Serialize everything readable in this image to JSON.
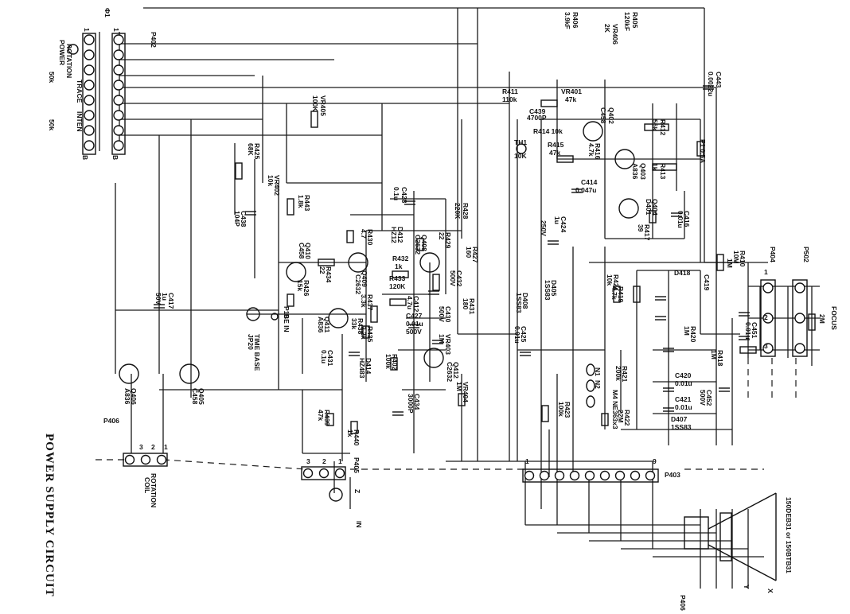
{
  "title": "POWER SUPPLY CIRCUIT",
  "labels": [
    {
      "id": "r405",
      "text": "R405"
    },
    {
      "id": "r405v",
      "text": "120kF"
    },
    {
      "id": "r406",
      "text": "R406"
    },
    {
      "id": "r406v",
      "text": "3.9kF"
    },
    {
      "id": "vr406",
      "text": "VR406"
    },
    {
      "id": "vr406v",
      "text": "2K"
    },
    {
      "id": "c443",
      "text": "C443"
    },
    {
      "id": "c443v",
      "text": "0.0022u"
    },
    {
      "id": "p402",
      "text": "P402"
    },
    {
      "id": "phi1",
      "text": "Φ1"
    },
    {
      "id": "power",
      "text": "POWER"
    },
    {
      "id": "rotation",
      "text": "ROTATION"
    },
    {
      "id": "r50k1",
      "text": "50k"
    },
    {
      "id": "trace",
      "text": "TRACE"
    },
    {
      "id": "inten",
      "text": "INTEN"
    },
    {
      "id": "r50k2",
      "text": "50k"
    },
    {
      "id": "b1",
      "text": "B"
    },
    {
      "id": "b2",
      "text": "B"
    },
    {
      "id": "n1a",
      "text": "1"
    },
    {
      "id": "n1b",
      "text": "1"
    },
    {
      "id": "vr405",
      "text": "VR405"
    },
    {
      "id": "vr405v",
      "text": "100K"
    },
    {
      "id": "r411",
      "text": "R411"
    },
    {
      "id": "r411v",
      "text": "110k"
    },
    {
      "id": "vr401",
      "text": "VR401"
    },
    {
      "id": "vr401v",
      "text": "47k"
    },
    {
      "id": "c439",
      "text": "C439"
    },
    {
      "id": "c439v",
      "text": "4700P"
    },
    {
      "id": "q402",
      "text": "Q402"
    },
    {
      "id": "q402t",
      "text": "C458"
    },
    {
      "id": "r412",
      "text": "R412"
    },
    {
      "id": "r412v",
      "text": "56k"
    },
    {
      "id": "r414",
      "text": "R414 10k"
    },
    {
      "id": "th1",
      "text": "TH1"
    },
    {
      "id": "th1v",
      "text": "10K"
    },
    {
      "id": "r415",
      "text": "R415"
    },
    {
      "id": "r415v",
      "text": "47k"
    },
    {
      "id": "r416",
      "text": "R416"
    },
    {
      "id": "r416v",
      "text": "4.7k"
    },
    {
      "id": "q403",
      "text": "Q403"
    },
    {
      "id": "q403t",
      "text": "A836"
    },
    {
      "id": "r413",
      "text": "R413"
    },
    {
      "id": "r413v",
      "text": "1k"
    },
    {
      "id": "f1",
      "text": "F1 0.5A"
    },
    {
      "id": "c414",
      "text": "C414"
    },
    {
      "id": "c414v",
      "text": "0.047u"
    },
    {
      "id": "r425",
      "text": "R425"
    },
    {
      "id": "r425v",
      "text": "68K"
    },
    {
      "id": "vr402",
      "text": "VR402"
    },
    {
      "id": "vr402v",
      "text": "10k"
    },
    {
      "id": "r443",
      "text": "R443"
    },
    {
      "id": "r443v",
      "text": "1.8k"
    },
    {
      "id": "c438",
      "text": "C438"
    },
    {
      "id": "c438v",
      "text": "104P"
    },
    {
      "id": "c428",
      "text": "C428"
    },
    {
      "id": "c428v",
      "text": "0.1u"
    },
    {
      "id": "r428",
      "text": "R428"
    },
    {
      "id": "r428v",
      "text": "220K"
    },
    {
      "id": "q404",
      "text": "Q404"
    },
    {
      "id": "q404t",
      "text": "D401"
    },
    {
      "id": "c416",
      "text": "C416"
    },
    {
      "id": "c416v",
      "text": "0.01u"
    },
    {
      "id": "r417",
      "text": "R417"
    },
    {
      "id": "r417v",
      "text": "39"
    },
    {
      "id": "c424",
      "text": "C424"
    },
    {
      "id": "c424v",
      "text": "1u"
    },
    {
      "id": "c424w",
      "text": "250V"
    },
    {
      "id": "r430",
      "text": "R430"
    },
    {
      "id": "r430v",
      "text": "4.7"
    },
    {
      "id": "r429",
      "text": "R429"
    },
    {
      "id": "r429v",
      "text": "22"
    },
    {
      "id": "d412",
      "text": "D412"
    },
    {
      "id": "d412v",
      "text": "HZ12"
    },
    {
      "id": "q408",
      "text": "Q408"
    },
    {
      "id": "q408t",
      "text": "C2632"
    },
    {
      "id": "r427",
      "text": "R427"
    },
    {
      "id": "r427v",
      "text": "160"
    },
    {
      "id": "c432",
      "text": "C432"
    },
    {
      "id": "c432v",
      "text": "500V"
    },
    {
      "id": "r432",
      "text": "R432"
    },
    {
      "id": "r432v",
      "text": "1k"
    },
    {
      "id": "q410",
      "text": "Q410"
    },
    {
      "id": "q410t",
      "text": "C458"
    },
    {
      "id": "r434",
      "text": "R434"
    },
    {
      "id": "r434v",
      "text": "22"
    },
    {
      "id": "q409",
      "text": "Q409"
    },
    {
      "id": "q409t",
      "text": "C2632"
    },
    {
      "id": "r433",
      "text": "R433"
    },
    {
      "id": "r433v",
      "text": "120K"
    },
    {
      "id": "r431",
      "text": "R431"
    },
    {
      "id": "r431v",
      "text": "180"
    },
    {
      "id": "d408",
      "text": "D408"
    },
    {
      "id": "d408v",
      "text": "1SS83"
    },
    {
      "id": "d405",
      "text": "D405"
    },
    {
      "id": "d405v",
      "text": "1SS83"
    },
    {
      "id": "r410",
      "text": "R410"
    },
    {
      "id": "r410v",
      "text": "10M"
    },
    {
      "id": "r410w",
      "text": "1M"
    },
    {
      "id": "p404",
      "text": "P404"
    },
    {
      "id": "p502",
      "text": "P502"
    },
    {
      "id": "c417",
      "text": "C417"
    },
    {
      "id": "c417v",
      "text": "1u"
    },
    {
      "id": "c417w",
      "text": "50V"
    },
    {
      "id": "r424",
      "text": "R424"
    },
    {
      "id": "r424v",
      "text": "10k"
    },
    {
      "id": "r426",
      "text": "R426"
    },
    {
      "id": "r426v",
      "text": "15k"
    },
    {
      "id": "r437",
      "text": "R437"
    },
    {
      "id": "r437v",
      "text": "3.3k"
    },
    {
      "id": "c430",
      "text": "C430"
    },
    {
      "id": "c430v",
      "text": "500V"
    },
    {
      "id": "c412",
      "text": "C412"
    },
    {
      "id": "c412v",
      "text": "4.7u"
    },
    {
      "id": "c427",
      "text": "C427"
    },
    {
      "id": "c427v",
      "text": "0.01u"
    },
    {
      "id": "c427w",
      "text": "500V"
    },
    {
      "id": "vr403",
      "text": "VR403"
    },
    {
      "id": "vr403v",
      "text": "1M"
    },
    {
      "id": "c425",
      "text": "C425"
    },
    {
      "id": "c425v",
      "text": "0.01u"
    },
    {
      "id": "r419",
      "text": "R419"
    },
    {
      "id": "r419v",
      "text": "4.7k"
    },
    {
      "id": "d418",
      "text": "D418"
    },
    {
      "id": "c419",
      "text": "C419"
    },
    {
      "id": "r420",
      "text": "R420"
    },
    {
      "id": "r420v",
      "text": "1M"
    },
    {
      "id": "focus",
      "text": "FOCUS"
    },
    {
      "id": "focusv",
      "text": "2M"
    },
    {
      "id": "p19",
      "text": "P19"
    },
    {
      "id": "ebin",
      "text": "BE IN"
    },
    {
      "id": "timebase",
      "text": "TIME BASE"
    },
    {
      "id": "timebasev",
      "text": "JP20"
    },
    {
      "id": "q411",
      "text": "Q411"
    },
    {
      "id": "q411t",
      "text": "A836"
    },
    {
      "id": "r438",
      "text": "R438"
    },
    {
      "id": "r438v",
      "text": "33k"
    },
    {
      "id": "r435",
      "text": "R435"
    },
    {
      "id": "r435v",
      "text": "2.2k"
    },
    {
      "id": "c431",
      "text": "C431"
    },
    {
      "id": "c431v",
      "text": "0.1u"
    },
    {
      "id": "d414",
      "text": "D414"
    },
    {
      "id": "d414v",
      "text": "HZ483"
    },
    {
      "id": "r402",
      "text": "R402"
    },
    {
      "id": "r402v",
      "text": "100k"
    },
    {
      "id": "q412",
      "text": "Q412"
    },
    {
      "id": "q412t",
      "text": "C2632"
    },
    {
      "id": "vr404",
      "text": "VR404"
    },
    {
      "id": "vr404v",
      "text": "1M"
    },
    {
      "id": "c434",
      "text": "C434"
    },
    {
      "id": "c434v",
      "text": "3000P"
    },
    {
      "id": "n1",
      "text": "N1"
    },
    {
      "id": "n2",
      "text": "N2"
    },
    {
      "id": "r421",
      "text": "R421"
    },
    {
      "id": "r421v",
      "text": "200k"
    },
    {
      "id": "r418",
      "text": "R418"
    },
    {
      "id": "r418v",
      "text": "1M"
    },
    {
      "id": "c451",
      "text": "C451"
    },
    {
      "id": "c451v",
      "text": "0.01u"
    },
    {
      "id": "c420",
      "text": "C420"
    },
    {
      "id": "c420v",
      "text": "0.01u"
    },
    {
      "id": "c421",
      "text": "C421"
    },
    {
      "id": "c421v",
      "text": "0.01u"
    },
    {
      "id": "c452",
      "text": "C452"
    },
    {
      "id": "c452v",
      "text": "500V"
    },
    {
      "id": "d407",
      "text": "D407"
    },
    {
      "id": "d407v",
      "text": "1SS83"
    },
    {
      "id": "m4",
      "text": "M4 NE363x3"
    },
    {
      "id": "r422",
      "text": "R422"
    },
    {
      "id": "r422v",
      "text": "22M"
    },
    {
      "id": "r423",
      "text": "R423"
    },
    {
      "id": "r423v",
      "text": "100k"
    },
    {
      "id": "q406",
      "text": "Q406"
    },
    {
      "id": "q406t",
      "text": "A836"
    },
    {
      "id": "q405",
      "text": "Q405"
    },
    {
      "id": "q405t",
      "text": "C458"
    },
    {
      "id": "p406",
      "text": "P406"
    },
    {
      "id": "n3",
      "text": "3"
    },
    {
      "id": "n2b",
      "text": "2"
    },
    {
      "id": "n1c",
      "text": "1"
    },
    {
      "id": "rotcoil",
      "text": "ROTATION"
    },
    {
      "id": "rotcoil2",
      "text": "COIL"
    },
    {
      "id": "r439",
      "text": "R439"
    },
    {
      "id": "r439v",
      "text": "47k"
    },
    {
      "id": "r440",
      "text": "R440"
    },
    {
      "id": "r440v",
      "text": "1k"
    },
    {
      "id": "p405",
      "text": "P405"
    },
    {
      "id": "p405n3",
      "text": "3"
    },
    {
      "id": "p405n2",
      "text": "2"
    },
    {
      "id": "p405n1",
      "text": "1"
    },
    {
      "id": "zz",
      "text": "Z"
    },
    {
      "id": "zin",
      "text": "IN"
    },
    {
      "id": "p403",
      "text": "P403"
    },
    {
      "id": "p403n1",
      "text": "1"
    },
    {
      "id": "p403n9",
      "text": "9"
    },
    {
      "id": "crt",
      "text": "150DEB31 or 150BTB31"
    },
    {
      "id": "p406b",
      "text": "P406"
    },
    {
      "id": "yy",
      "text": "Y"
    },
    {
      "id": "xx",
      "text": "X"
    },
    {
      "id": "p404n1",
      "text": "1"
    },
    {
      "id": "p404n2",
      "text": "2"
    },
    {
      "id": "p404n3",
      "text": "3"
    }
  ]
}
